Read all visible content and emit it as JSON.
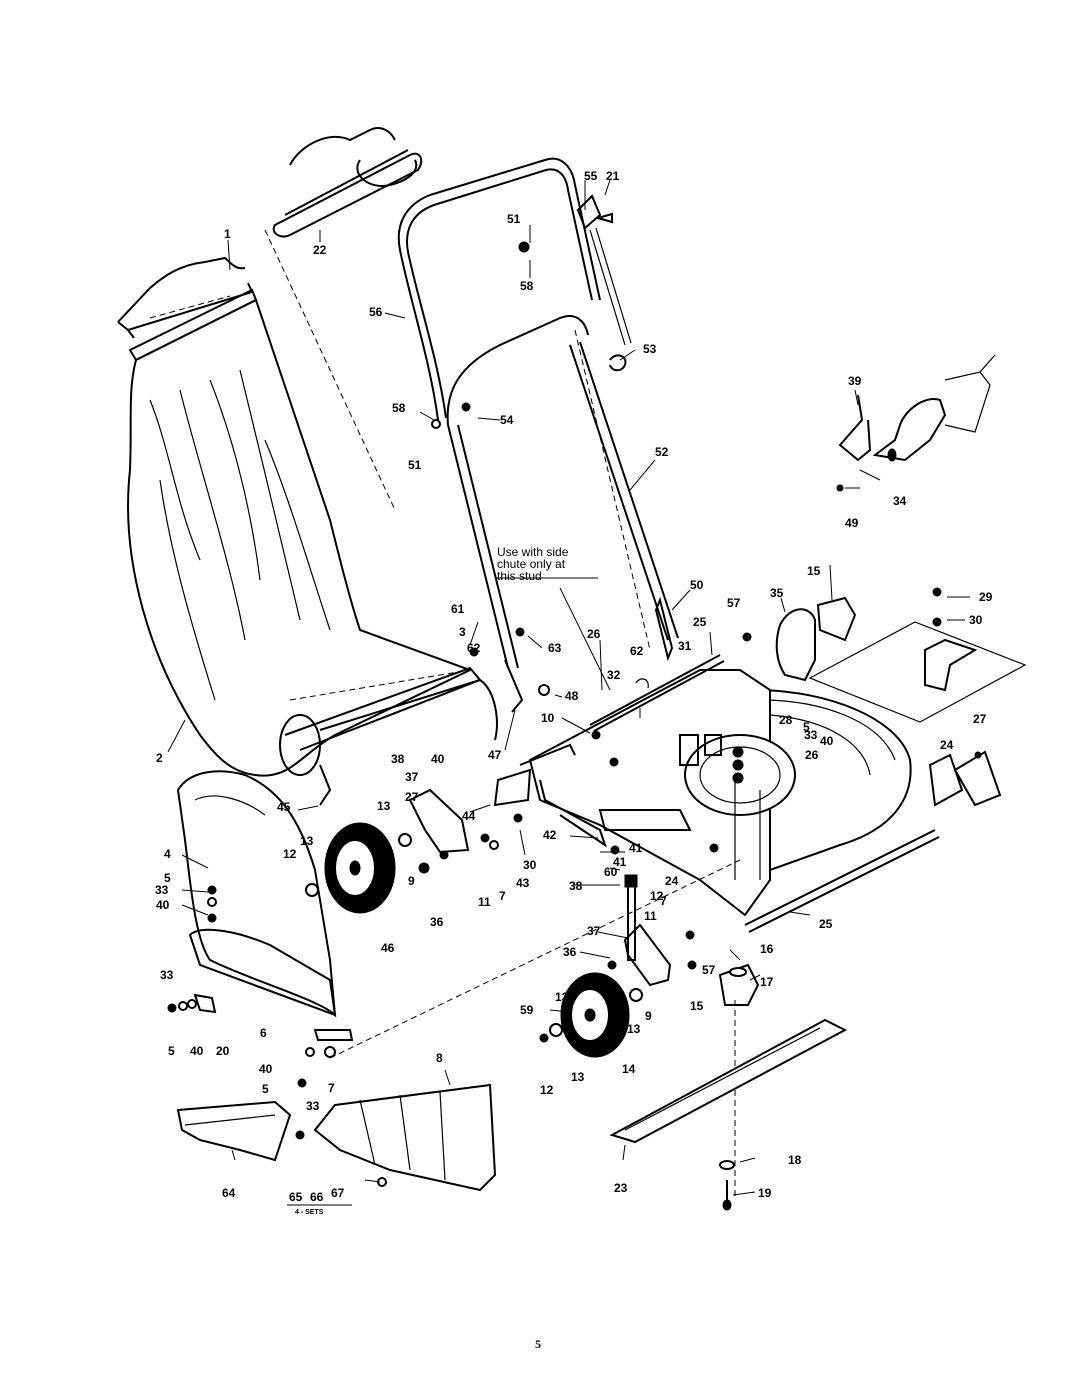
{
  "diagram": {
    "note_lines": [
      "Use with side",
      "chute only at",
      "this stud"
    ],
    "sets_label": "4 - SETS",
    "page_number": "5",
    "callouts": [
      "1",
      "2",
      "3",
      "4",
      "5",
      "5",
      "5",
      "5",
      "6",
      "7",
      "7",
      "7",
      "8",
      "9",
      "9",
      "10",
      "11",
      "11",
      "12",
      "12",
      "12",
      "13",
      "13",
      "13",
      "13",
      "13",
      "14",
      "15",
      "15",
      "16",
      "17",
      "18",
      "19",
      "20",
      "21",
      "22",
      "23",
      "24",
      "24",
      "25",
      "25",
      "26",
      "26",
      "27",
      "27",
      "28",
      "29",
      "30",
      "30",
      "31",
      "32",
      "33",
      "33",
      "33",
      "33",
      "34",
      "35",
      "36",
      "36",
      "37",
      "37",
      "38",
      "38",
      "39",
      "40",
      "40",
      "40",
      "40",
      "40",
      "41",
      "41",
      "42",
      "43",
      "44",
      "45",
      "46",
      "47",
      "48",
      "49",
      "50",
      "51",
      "51",
      "52",
      "53",
      "54",
      "55",
      "56",
      "57",
      "57",
      "58",
      "58",
      "59",
      "60",
      "61",
      "62",
      "62",
      "63",
      "64",
      "65",
      "66",
      "67"
    ]
  }
}
